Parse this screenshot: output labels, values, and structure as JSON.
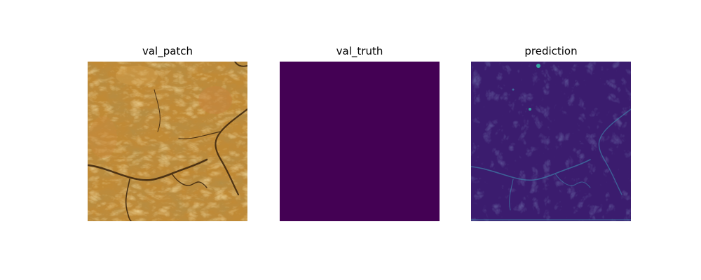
{
  "figure": {
    "panels": [
      {
        "title": "val_patch",
        "kind": "rgb-image",
        "icon": "satellite-terrain-image"
      },
      {
        "title": "val_truth",
        "kind": "mask",
        "icon": "uniform-mask-image"
      },
      {
        "title": "prediction",
        "kind": "heatmap",
        "icon": "prediction-heatmap-image"
      }
    ]
  },
  "colors": {
    "terrain_base": "#b9832f",
    "terrain_light": "#e2b35a",
    "terrain_dark": "#5b3a14",
    "truth_fill": "#440154",
    "pred_base": "#3b1c6e",
    "pred_edge": "#3e7fa8",
    "pred_bright": "#35b7a6"
  }
}
